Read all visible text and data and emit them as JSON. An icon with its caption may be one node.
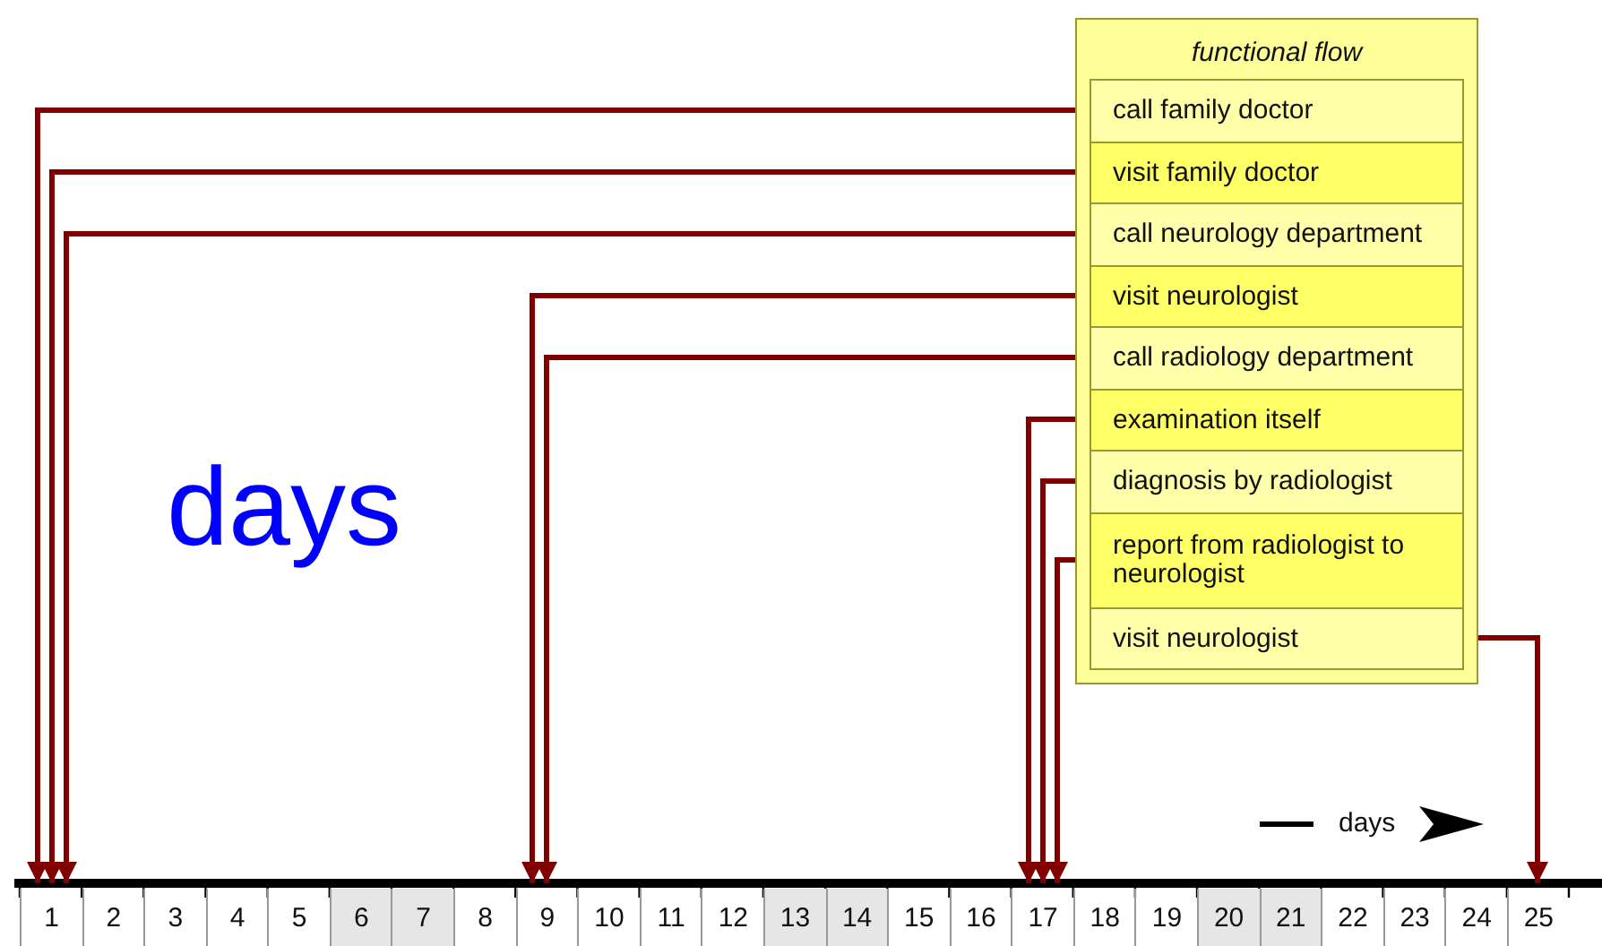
{
  "diagram": {
    "nodes": [
      {
        "text": [
          "functional flow"
        ]
      },
      {
        "text": [
          "call family doctor"
        ],
        "in": 0
      },
      {
        "text": [
          "visit family doctor"
        ],
        "in": 0
      },
      {
        "text": [
          "call neurology department"
        ],
        "in": 0
      },
      {
        "text": [
          "visit neurologist"
        ],
        "in": 0
      },
      {
        "text": [
          "call radiology department"
        ],
        "in": 0
      },
      {
        "text": [
          "examination itself"
        ],
        "in": 0
      },
      {
        "text": [
          "diagnosis by radiologist"
        ],
        "in": 0
      },
      {
        "text": [
          "report from radiologist to neurologist"
        ],
        "in": 0
      },
      {
        "text": [
          "visit neurologist"
        ],
        "in": 0
      },
      {
        "text": [
          "1"
        ]
      },
      {
        "text": [
          "2"
        ]
      },
      {
        "text": [
          "3"
        ]
      },
      {
        "text": [
          "4"
        ]
      },
      {
        "text": [
          "5"
        ]
      },
      {
        "text": [
          "6"
        ]
      },
      {
        "text": [
          "7"
        ]
      },
      {
        "text": [
          "8"
        ]
      },
      {
        "text": [
          "9"
        ]
      },
      {
        "text": [
          "10"
        ]
      },
      {
        "text": [
          "11"
        ]
      },
      {
        "text": [
          "12"
        ]
      },
      {
        "text": [
          "13"
        ]
      },
      {
        "text": [
          "14"
        ]
      },
      {
        "text": [
          "15"
        ]
      },
      {
        "text": [
          "16"
        ]
      },
      {
        "text": [
          "17"
        ]
      },
      {
        "text": [
          "18"
        ]
      },
      {
        "text": [
          "19"
        ]
      },
      {
        "text": [
          "20"
        ]
      },
      {
        "text": [
          "21"
        ]
      },
      {
        "text": [
          "22"
        ]
      },
      {
        "text": [
          "23"
        ]
      },
      {
        "text": [
          "24"
        ]
      },
      {
        "text": [
          "25"
        ]
      }
    ],
    "edges": [
      {
        "from": 1,
        "to": 10,
        "arrow": "to"
      },
      {
        "from": 2,
        "to": 10,
        "arrow": "to"
      },
      {
        "from": 3,
        "to": 10,
        "arrow": "to"
      },
      {
        "from": 4,
        "to": 18,
        "arrow": "to"
      },
      {
        "from": 5,
        "to": 18,
        "arrow": "to"
      },
      {
        "from": 6,
        "to": 26,
        "arrow": "to"
      },
      {
        "from": 7,
        "to": 26,
        "arrow": "to"
      },
      {
        "from": 8,
        "to": 26,
        "arrow": "to"
      },
      {
        "from": 9,
        "to": 34,
        "arrow": "to"
      }
    ],
    "labels": [
      "days"
    ],
    "legend": [
      {
        "text": "days"
      }
    ]
  }
}
